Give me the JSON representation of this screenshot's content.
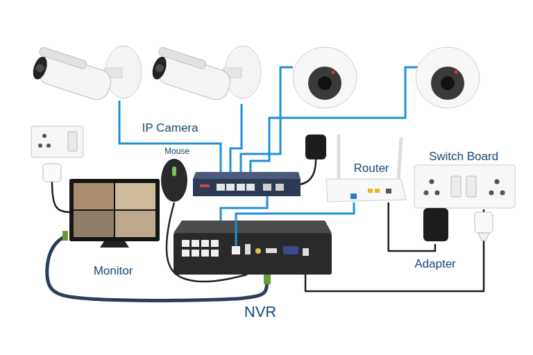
{
  "diagram": {
    "nodes": [
      {
        "text": [
          "IP Camera"
        ]
      },
      {
        "text": [
          "Mouse"
        ]
      },
      {
        "text": [
          "Monitor"
        ]
      },
      {
        "text": [
          "NVR"
        ]
      },
      {
        "text": [
          "Router"
        ]
      },
      {
        "text": [
          "Switch Board"
        ]
      },
      {
        "text": [
          "Adapter"
        ]
      }
    ],
    "edges": [
      {
        "from": 1,
        "to": 3,
        "arrow": "none"
      },
      {
        "from": 2,
        "to": 3,
        "arrow": "none"
      },
      {
        "from": 4,
        "to": 3,
        "arrow": "none"
      },
      {
        "from": 6,
        "to": 4,
        "arrow": "none"
      },
      {
        "from": 3,
        "to": 5,
        "arrow": "none"
      }
    ]
  }
}
